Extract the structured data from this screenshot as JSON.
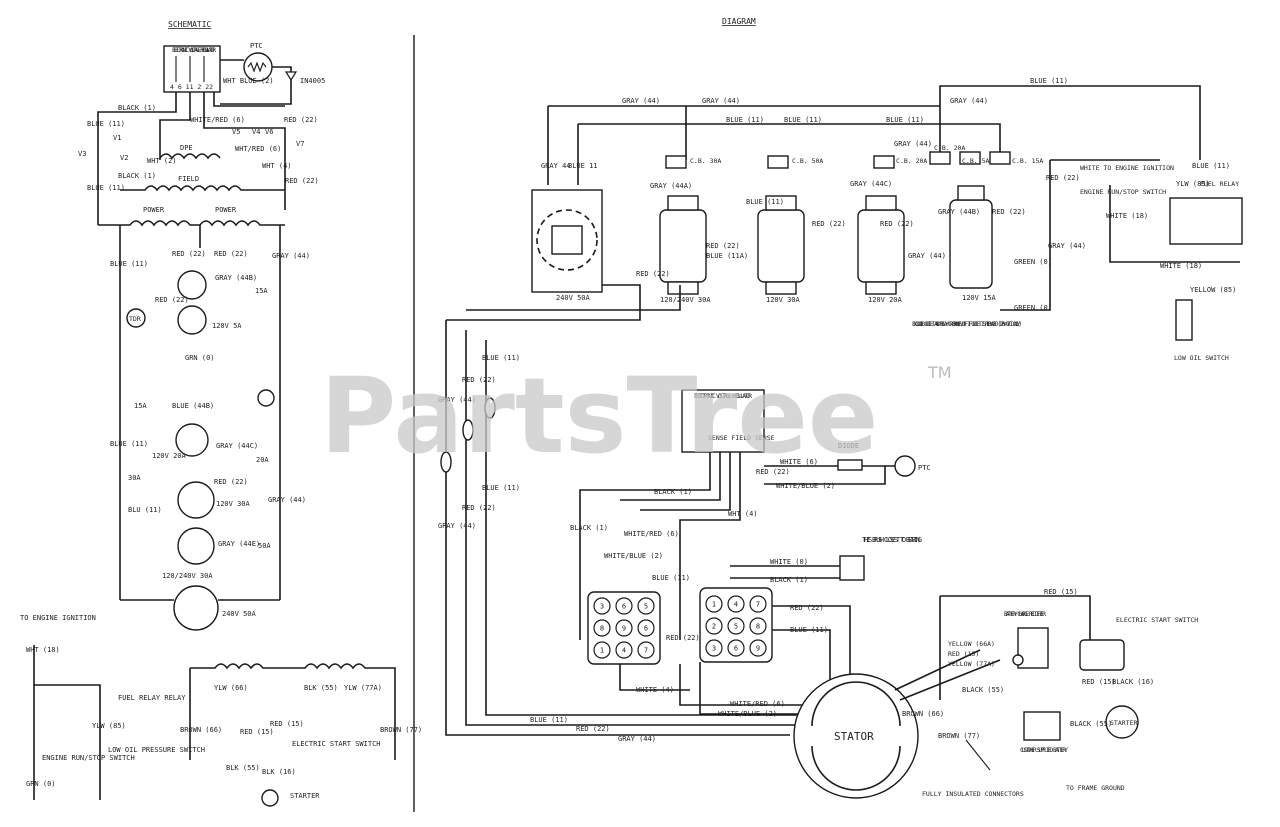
{
  "titles": {
    "schematic": "SCHEMATIC",
    "diagram": "DIAGRAM"
  },
  "watermark": {
    "brand": "PartsTree",
    "tm": "TM"
  },
  "schematic": {
    "regulator_label": "ELECTRONIC VOLTAGE REGULATOR",
    "regulator_terminals": [
      "SENSE",
      "FIELD",
      "SENSE"
    ],
    "regulator_pins": [
      "4",
      "6",
      "11",
      "2",
      "22"
    ],
    "ptc": "PTC",
    "diode": "IN4005",
    "wht_blue": "WHT BLUE (2)",
    "black_1": "BLACK (1)",
    "white_red": "WHITE/RED (6)",
    "blue_11": "BLUE (11)",
    "red_22_top": "RED (22)",
    "v1": "V1",
    "v2": "V2",
    "v3": "V3",
    "v4": "V4",
    "v5": "V5",
    "v6": "V6",
    "v7": "V7",
    "wht_2": "WHT (2)",
    "dpe": "DPE",
    "wht_red_6": "WHT/RED (6)",
    "wht_4": "WHT (4)",
    "black_1b": "BLACK (1)",
    "field": "FIELD",
    "blue_11b": "BLUE (11)",
    "red_22b": "RED (22)",
    "power_left": "POWER",
    "power_right": "POWER",
    "blue_11c": "BLUE (11)",
    "gray_44": "GRAY (44)",
    "red_22c": "RED (22)",
    "red_22d": "RED (22)",
    "gray_44b": "GRAY (44B)",
    "red_22e": "RED (22)",
    "r120v_5a": "120V 5A",
    "grn_0": "GRN (0)",
    "tdr": "TDR",
    "a15": "15A",
    "a15b": "15A",
    "blue_44b": "BLUE (44B)",
    "blue_11d": "BLUE (11)",
    "r120v_20a": "120V 20A",
    "gray_44c": "GRAY (44C)",
    "a20": "20A",
    "a30": "30A",
    "red_22f": "RED (22)",
    "r120v_30a": "120V 30A",
    "blu_11": "BLU (11)",
    "gray_44d": "GRAY (44)",
    "gray_44e": "GRAY (44E)",
    "a50": "50A",
    "r120_240v_30a": "120/240V 30A",
    "r240v_50a": "240V 50A",
    "to_engine_ignition": "TO ENGINE IGNITION",
    "wht_18": "WHT (18)",
    "fuel_relay": "FUEL RELAY RELAY",
    "ylw_85": "YLW (85)",
    "engine_switch": "ENGINE RUN/STOP SWITCH",
    "low_oil": "LOW OIL PRESSURE SWITCH",
    "grn_0b": "GRN (0)",
    "ylw_66": "YLW (66)",
    "blk_55": "BLK (55)",
    "ylw_77a": "YLW (77A)",
    "brown_66": "BROWN (66)",
    "brown_77": "BROWN (77)",
    "red_15": "RED (15)",
    "red_15b": "RED (15)",
    "blk_55b": "BLK (55)",
    "electric_start_switch": "ELECTRIC START SWITCH",
    "blk_16": "BLK (16)",
    "starter": "STARTER"
  },
  "diagram": {
    "gray_44_top": "GRAY (44)",
    "gray_44_top2": "GRAY (44)",
    "blue_11_top": "BLUE (11)",
    "blue_11_mid1": "BLUE (11)",
    "blue_11_mid2": "BLUE (11)",
    "blue_11_mid3": "BLUE (11)",
    "gray_44_r": "GRAY (44)",
    "gray_44_r2": "GRAY (44)",
    "cb30": "C.B. 30A",
    "cb50": "C.B. 50A",
    "cb20": "C.B. 20A",
    "cb20b": "C.B. 20A",
    "cb5a": "C.B. 5A",
    "cb15": "C.B. 15A",
    "gray_44_left": "GRAY 44",
    "blue_11_left": "BLUE 11",
    "gray_44a": "GRAY (44A)",
    "blue_11_b": "BLUE (11)",
    "gray_44c": "GRAY (44C)",
    "gray_44b": "GRAY (44B)",
    "red_22_r": "RED (22)",
    "red_22_m": "RED (22)",
    "red_22_n": "RED (22)",
    "red_22_k": "RED (22)",
    "blue_11a": "BLUE (11A)",
    "red_22_o": "RED (22)",
    "red_22_p": "RED (22)",
    "r240v_50a": "240V 50A",
    "r120_240v_30a": "120/240V 30A",
    "r120v_30a": "120V 30A",
    "r120v_20a": "120V 20A",
    "r120v_15a": "120V 15A",
    "gray_44r": "GRAY (44)",
    "green_0": "GREEN (0)",
    "green_0b": "GREEN (0)",
    "excluded_note": "EXCLUDED OUTLET AND RELAY GR BROKEN OFF IF OUTLET IS REPLACED (120V GFCI ONLY)",
    "white_to_engine": "WHITE TO ENGINE IGNITION",
    "engine_switch": "ENGINE RUN/STOP SWITCH",
    "red_22_q": "RED (22)",
    "gray_44_q": "GRAY (44)",
    "white_18": "WHITE (18)",
    "white_18b": "WHITE (18)",
    "blue_11_e": "BLUE (11)",
    "fuel_relay": "FUEL RELAY",
    "ylw_85": "YLW (85)",
    "yellow_85": "YELLOW (85)",
    "low_oil": "LOW OIL SWITCH",
    "blue_11_f": "BLUE (11)",
    "red_22_g": "RED (22)",
    "gray_44_g": "GRAY (44)",
    "regulator_label": "ELECTRONIC VOLTAGE REGULATOR",
    "reg_terms": [
      "SENSE",
      "FIELD",
      "SENSE"
    ],
    "red_22_h": "RED (22)",
    "diode": "DIODE",
    "white_6": "WHITE (6)",
    "ptc": "PTC",
    "white_blue_2": "WHITE/BLUE (2)",
    "black_1": "BLACK (1)",
    "blue_11_h": "BLUE (11)",
    "red_22_i": "RED (22)",
    "gray_44_i": "GRAY (44)",
    "black_1b": "BLACK (1)",
    "white_red_6": "WHITE/RED (6)",
    "wht_4": "WHT (4)",
    "white_blue_2b": "WHITE/BLUE (2)",
    "brush_note": "THIS BRUSH CLOSEST TO BEARING",
    "white_0": "WHITE (0)",
    "black_1c": "BLACK (1)",
    "blue_11_j": "BLUE (11)",
    "red_22_j": "RED (22)",
    "red_22_s": "RED (22)",
    "blue_11_s": "BLUE (11)",
    "white_4": "WHITE (4)",
    "white_red_6b": "WHITE/RED (6)",
    "white_blue_2c": "WHITE/BLUE (2)",
    "blue_11_bot": "BLUE (11)",
    "red_22_bot": "RED (22)",
    "gray_44_bot": "GRAY (44)",
    "stator": "STATOR",
    "red_15": "RED (15)",
    "battery_rectifier": "BATTERY CHARGE RECTIFIER",
    "yellow_66": "YELLOW (66A)",
    "red_15b": "RED (15)",
    "yellow_77": "YELLOW (77A)",
    "black_55": "BLACK (55)",
    "brown_66": "BROWN (66)",
    "brown_77": "BROWN (77)",
    "fully_insulated": "FULLY INSULATED CONNECTORS",
    "electric_start_switch": "ELECTRIC START SWITCH",
    "red_15c": "RED (15)",
    "black_16": "BLACK (16)",
    "starter": "STARTER",
    "customer_battery": "CUSTOMER SUPPLIED BATTERY",
    "black_55b": "BLACK (55)",
    "to_frame_ground": "TO FRAME GROUND",
    "connector_left_pins": [
      "3",
      "6",
      "5",
      "8",
      "9",
      "6",
      "1",
      "4",
      "7"
    ],
    "connector_right_pins": [
      "1",
      "4",
      "7",
      "2",
      "5",
      "8",
      "3",
      "6",
      "9"
    ]
  }
}
